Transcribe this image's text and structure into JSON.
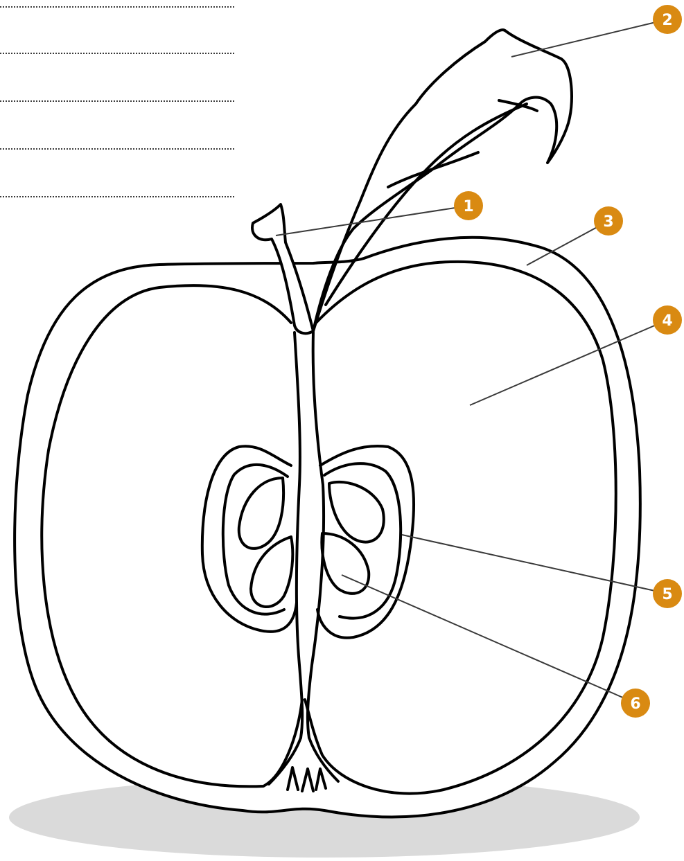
{
  "worksheet": {
    "answer_line_count": 5,
    "accent_color": "#d98a12",
    "shadow_color": "#dadada",
    "outline_color": "#000000",
    "leader_color": "#3a3a3a"
  },
  "labels": [
    {
      "number": "1",
      "part": "stem"
    },
    {
      "number": "2",
      "part": "leaf"
    },
    {
      "number": "3",
      "part": "skin"
    },
    {
      "number": "4",
      "part": "flesh"
    },
    {
      "number": "5",
      "part": "core"
    },
    {
      "number": "6",
      "part": "seed"
    }
  ]
}
